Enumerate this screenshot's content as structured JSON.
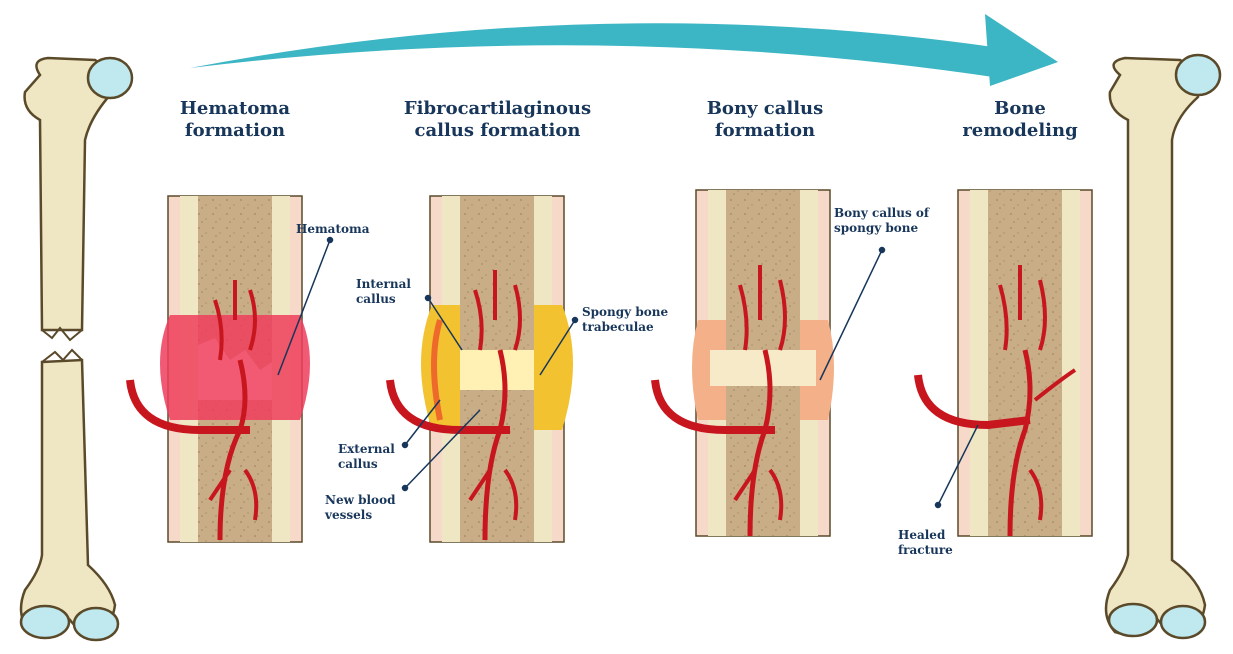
{
  "stages": [
    {
      "title_lines": [
        "Hematoma",
        "formation"
      ]
    },
    {
      "title_lines": [
        "Fibrocartilaginous",
        "callus formation"
      ]
    },
    {
      "title_lines": [
        "Bony callus",
        "formation"
      ]
    },
    {
      "title_lines": [
        "Bone",
        "remodeling"
      ]
    }
  ],
  "labels": {
    "hematoma": [
      "Hematoma"
    ],
    "internal_callus": [
      "Internal",
      "callus"
    ],
    "spongy_bone_trabeculae": [
      "Spongy bone",
      "trabeculae"
    ],
    "external_callus": [
      "External",
      "callus"
    ],
    "new_blood_vessels": [
      "New blood",
      "vessels"
    ],
    "bony_callus_spongy": [
      "Bony callus of",
      "spongy bone"
    ],
    "healed_fracture": [
      "Healed",
      "fracture"
    ]
  },
  "colors": {
    "arrow": "#3cb5c4",
    "title_text": "#17365a",
    "bone": "#efe6c4",
    "marrow": "#c9ad86",
    "vessel": "#c8161e",
    "hematoma": "#ee3d5c",
    "cartilage": "#8fd3e0",
    "callus": "#f2c230"
  }
}
